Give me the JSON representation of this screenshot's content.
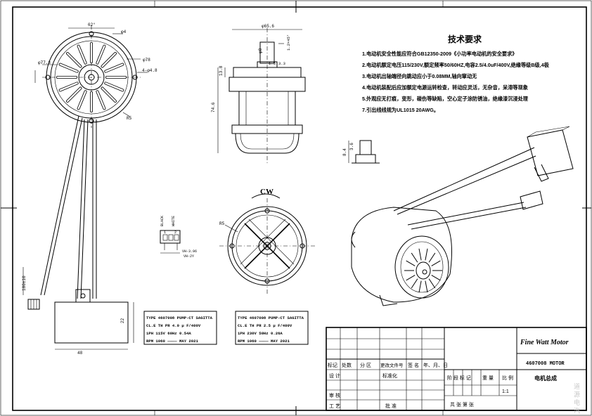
{
  "tech": {
    "heading": "技术要求",
    "items": [
      "1.电动机安全性能应符合GB12350-2009《小功率电动机的安全要求》",
      "2.电动机额定电压115/230V,额定频率50/60HZ,电容2.5/4.0uF/400V,绝缘等级B级,4极",
      "3.电动机出轴端径向跳动应小于0.08MM,轴向窜动无",
      "4.电动机装配后应加额定电源运转检查，转动应灵活，无杂音，呆滞等现象",
      "5.外观应无打痕，变形，碰伤等缺陷，空心定子涂防锈油，绝缘漆沉浸处理",
      "7.引出线线规为UL1015 20AWG。"
    ]
  },
  "views": {
    "rotation": "CW",
    "connector_labels": [
      "BLACK",
      "WHITE"
    ],
    "connector_pins": [
      "1",
      "2"
    ]
  },
  "dims": {
    "front_top": "62°",
    "front_d4": "φ4",
    "front_d78": "φ78",
    "front_d77": "φ77.3",
    "front_h": "4-φ4.8",
    "front_r": "R5",
    "side_w": "φ65.6",
    "side_d8": "φ8",
    "side_h": "74.6",
    "side_small": "13.8",
    "side_chamfer": "1.2×45°",
    "side_s1": "1.5",
    "side_s2": "3.3",
    "shaft_a": "8.4",
    "shaft_b": "3.6",
    "rear_r": "R5",
    "lead_len": "180±10",
    "cap_w": "48",
    "cap_h": "22",
    "conn_dim": "VH-3.96",
    "conn_dim2": "VH-2Y"
  },
  "labels": [
    {
      "line1": "TYPE 4607008 PUMP-CT SAGITTA",
      "line2": "CL.E TH PR 4.0 μ F/400V",
      "line3": "1PH 115V 60Hz 0.54A",
      "line4": "RPM 1060 ———— MAY 2021"
    },
    {
      "line1": "TYPE 4607008 PUMP-CT SAGITTA",
      "line2": "CL.E TH PR 2.5 μ F/400V",
      "line3": "1PH 230V 50Hz 0.26A",
      "line4": "RPM 1060 ———— MAY 2021"
    }
  ],
  "title_block": {
    "company": "Fine Watt Motor",
    "part_no": "4607008 MOTOR",
    "part_name": "电机总成",
    "mark": "标记",
    "count": "处数",
    "zone": "分 区",
    "change_doc": "更改文件号",
    "sign": "签 名",
    "date": "年、月、日",
    "design": "设 计",
    "standard": "标准化",
    "stage_mark": "阶 段 标 记",
    "weight": "重 量",
    "scale": "比 例",
    "scale_val": "1:1",
    "review": "审 核",
    "process": "工 艺",
    "approve": "批 准",
    "sheets": "共    张 第    张"
  },
  "watermark": "道 源 电 汽"
}
